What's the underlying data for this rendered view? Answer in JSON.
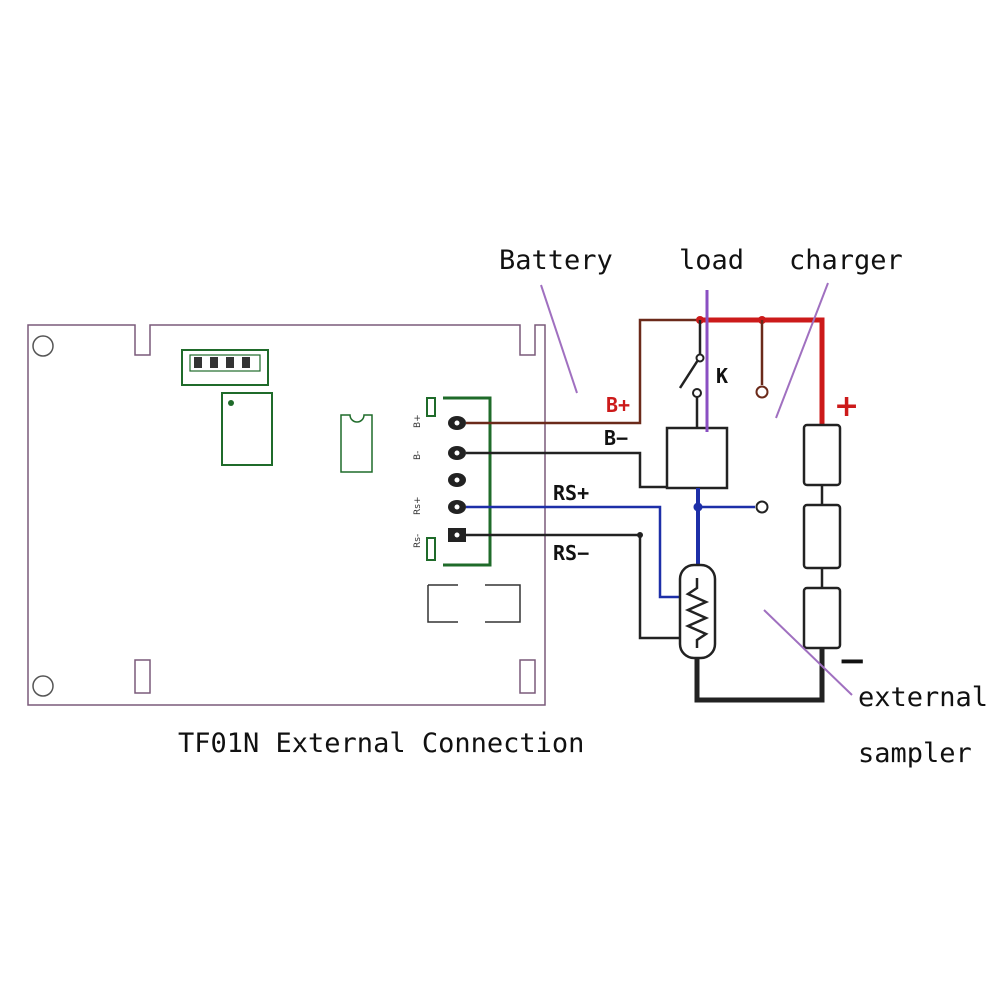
{
  "title": "TF01N External Connection",
  "labels": {
    "battery": "Battery",
    "load": "load",
    "charger": "charger",
    "external_sampler_line1": "external",
    "external_sampler_line2": "sampler",
    "switch": "K"
  },
  "wires": {
    "b_plus": "B+",
    "b_minus": "B−",
    "rs_plus": "RS+",
    "rs_minus": "RS−"
  },
  "pins": {
    "b_plus": "B+",
    "b_minus": "B-",
    "rs_plus": "Rs+",
    "rs_minus": "Rs-"
  },
  "signs": {
    "positive": "+",
    "negative": "−"
  },
  "colors": {
    "board_outline": "#7a5a7a",
    "component_green": "#1f6b2a",
    "wire_red": "#cc1a1a",
    "wire_blue": "#1d2fa8",
    "wire_dark": "#222222",
    "wire_brown": "#6b2a1a",
    "pointer_purple": "#a070c0",
    "load_purple": "#8a4fc2"
  }
}
